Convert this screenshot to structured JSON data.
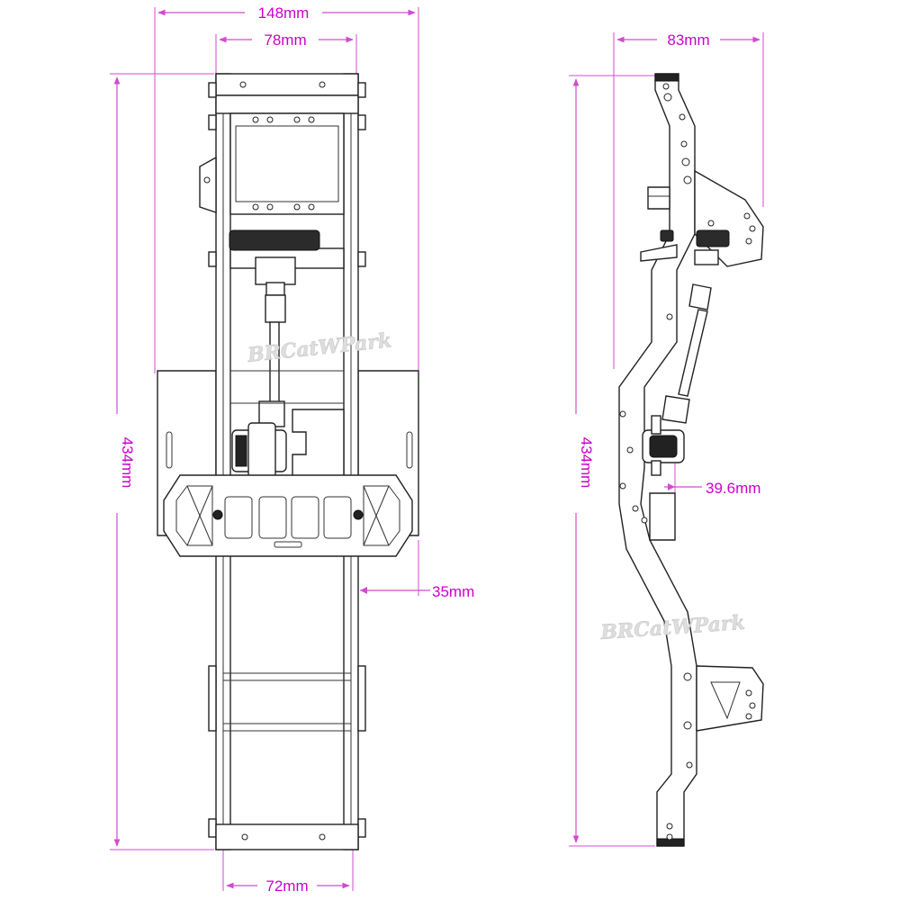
{
  "figure": {
    "watermark": "BRCatWPark",
    "top_view": {
      "overall_width": "148mm",
      "inner_width": "78mm",
      "bottom_width": "72mm",
      "length": "434mm",
      "offset": "35mm"
    },
    "side_view": {
      "height": "83mm",
      "length": "434mm",
      "axle_offset": "39.6mm"
    }
  },
  "colors": {
    "dimension": "#cc00cc",
    "outline": "#222222"
  }
}
